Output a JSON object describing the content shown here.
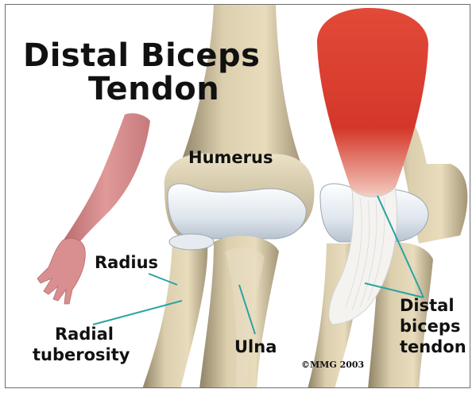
{
  "title": {
    "line1": "Distal Biceps",
    "line2": "Tendon"
  },
  "labels": {
    "humerus": "Humerus",
    "radius": "Radius",
    "radial_tuberosity_line1": "Radial",
    "radial_tuberosity_line2": "tuberosity",
    "ulna": "Ulna",
    "tendon_line1": "Distal",
    "tendon_line2": "biceps",
    "tendon_line3": "tendon"
  },
  "copyright": "©MMG 2003",
  "colors": {
    "bone": "#dccfae",
    "bone_shadow": "#9c8f72",
    "cartilage": "#e8edf3",
    "muscle": "#d83a2a",
    "tendon": "#f4f3ef",
    "skin": "#d88a8a",
    "leader_line": "#2aa3a3"
  }
}
